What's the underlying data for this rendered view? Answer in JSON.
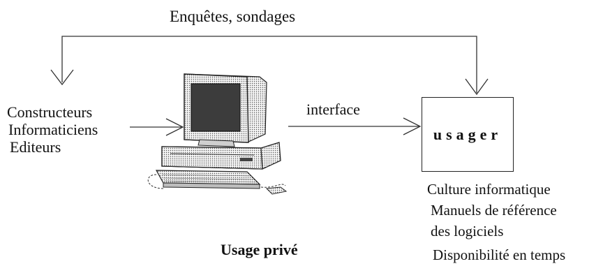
{
  "diagram": {
    "top_label": "Enquêtes, sondages",
    "left_labels": [
      "Constructeurs",
      "Informaticiens",
      "Editeurs"
    ],
    "interface_label": "interface",
    "usager_label": "usager",
    "bottom_caption": "Usage privé",
    "right_labels": [
      "Culture informatique",
      "Manuels de référence",
      "des logiciels",
      "Disponibilité en temps"
    ],
    "icons": {
      "computer": "desktop-computer-icon"
    }
  }
}
